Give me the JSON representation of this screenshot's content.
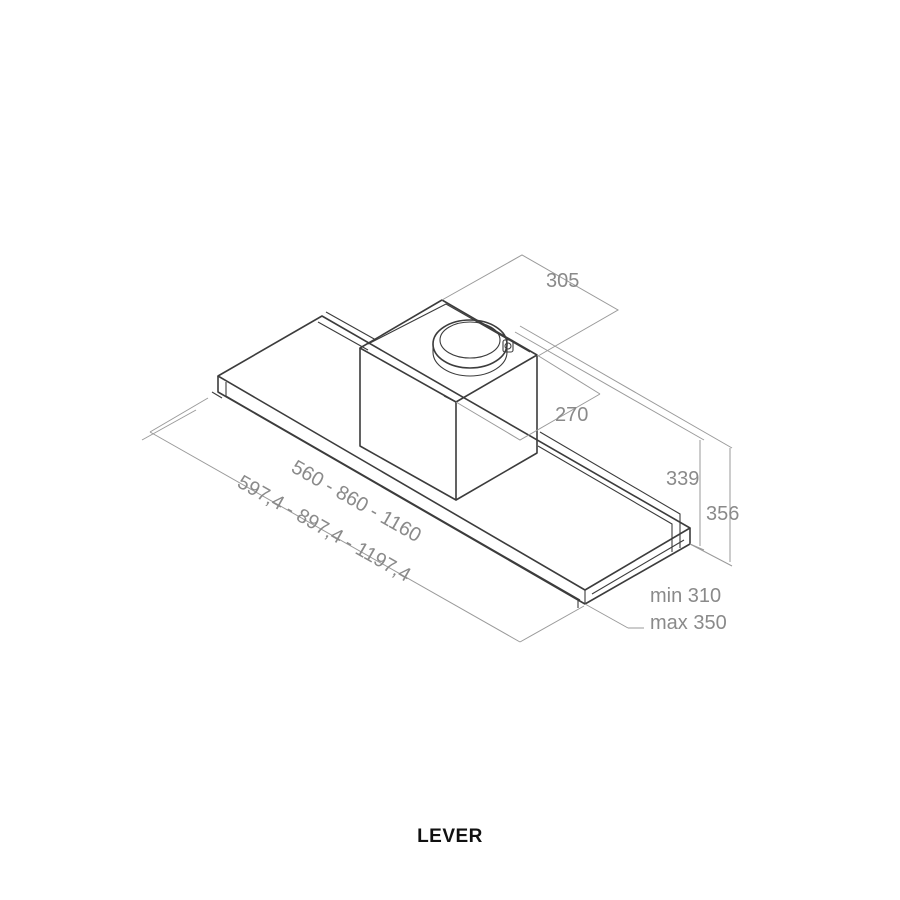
{
  "product": {
    "name": "LEVER"
  },
  "dimensions": {
    "outlet_width": "305",
    "motor_depth": "270",
    "motor_height": "339",
    "total_height": "356",
    "inner_widths": "560 - 860 - 1160",
    "outer_widths": "597,4 - 897,4 - 1197,4",
    "depth_min": "min 310",
    "depth_max": "max 350"
  },
  "colors": {
    "line": "#3c3c3c",
    "dimension": "#8a8a8a",
    "title": "#111111"
  }
}
